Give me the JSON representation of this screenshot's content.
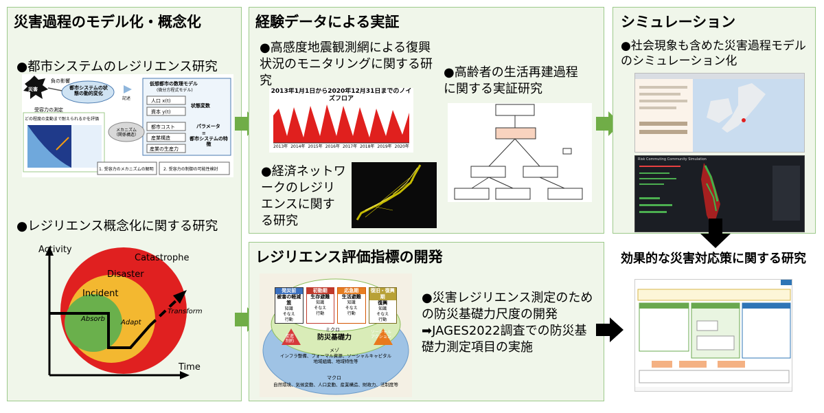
{
  "panels": {
    "modeling": {
      "title": "災害過程のモデル化・概念化",
      "bullet1": "●都市システムのレジリエンス研究",
      "bullet2": "●レジリエンス概念化に関する研究",
      "model_fig": {
        "disaster": "災害",
        "impact": "負の影響",
        "dynamic_change": "都市システムの状態の動的変化",
        "describe": "記述",
        "virtual_city_model": "仮想都市の数理モデル",
        "virtual_city_sub": "(微分方程式モデル)",
        "population": "人口 x(t)",
        "income": "資本 y(t)",
        "state_var": "状態変数",
        "city_cost": "都市コスト",
        "industry": "産業構造",
        "productivity": "産業の生産力",
        "parameter": "パラメータ",
        "equals": "≡",
        "city_features": "都市システムの特徴",
        "mechanism": "メカニズム（関係構造）",
        "measure_tolerance": "受容力の測定",
        "eval_question": "どの程度の変動まで耐えられるかを評価",
        "step1": "1. 受容力のメカニズムの解明",
        "step2": "2. 受容力の制御の可能性検討"
      },
      "concept_fig": {
        "activity": "Activity",
        "time": "Time",
        "catastrophe": "Catastrophe",
        "disaster": "Disaster",
        "incident": "Incident",
        "absorb": "Absorb",
        "adapt": "Adapt",
        "transform": "Transform"
      }
    },
    "empirical": {
      "title": "経験データによる実証",
      "bullet1": "●高感度地震観測網による復興状況のモニタリングに関する研究",
      "noise_title": "2013年1月1日から2020年12月31日までのノイズフロア",
      "noise_years": [
        "2013年",
        "2014年",
        "2015年",
        "2016年",
        "2017年",
        "2018年",
        "2019年",
        "2020年"
      ],
      "bullet2": "●経済ネットワークのレジリエンスに関する研究",
      "bullet3": "●高齢者の生活再建過程に関する実証研究"
    },
    "simulation": {
      "title": "シミュレーション",
      "bullet1": "●社会現象も含めた災害過程モデルのシミュレーション化",
      "sim_app_title": "Risk Commuting Community Simulation"
    },
    "indicators": {
      "title": "レジリエンス評価指標の開発",
      "bullet1": "●災害レジリエンス測定のための防災基礎力尺度の開発",
      "bullet2": "➡JAGES2022調査での防災基礎力測定項目の実施",
      "fig": {
        "phases": [
          {
            "name": "発災前",
            "sub": "被害の軽減策",
            "items": "知識\nそなえ\n行動"
          },
          {
            "name": "初動期",
            "sub": "生存避難",
            "items": "知識\nそなえ\n行動"
          },
          {
            "name": "応急期",
            "sub": "生活避難",
            "items": "知識\nそなえ\n行動"
          },
          {
            "name": "復旧・復興期",
            "sub": "復興",
            "items": "知識\nそなえ\n行動"
          }
        ],
        "micro": "ミクロ",
        "basic_power": "防災基礎力",
        "left_arrow": "促進\n制約",
        "right_arrow": "ソーシャル\nアクション",
        "meso": "メゾ",
        "meso_items": "インフラ整備、フォーマル資源、ソーシャルキャピタル\n地域組織、地域特性等",
        "macro": "マクロ",
        "macro_items": "自然環境、気候変動、人口変動、産業構造、財政力、法制度等"
      }
    },
    "effective": {
      "title": "効果的な災害対応策に関する研究"
    }
  },
  "colors": {
    "panel_bg": "#f0f6ea",
    "panel_border": "#9cc98a",
    "arrow_green": "#70ad47",
    "arrow_black": "#000000"
  }
}
